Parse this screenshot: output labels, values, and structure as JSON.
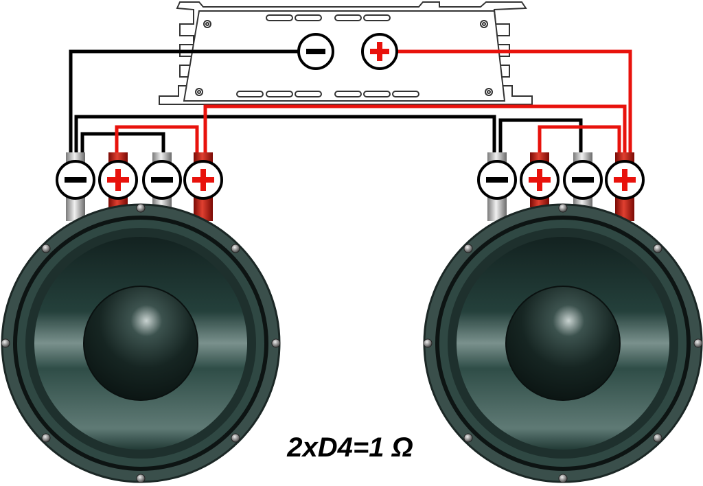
{
  "diagram": {
    "title": "2xD4=1 Ω",
    "colors": {
      "positive": "#e8120c",
      "negative": "#000000",
      "cone": "#2b4440"
    },
    "amplifier": {
      "terminals": [
        {
          "polarity": "negative",
          "symbol": "minus-icon"
        },
        {
          "polarity": "positive",
          "symbol": "plus-icon"
        }
      ]
    },
    "speakers": [
      {
        "name": "left-subwoofer",
        "voice_coils": "dual",
        "terminals": [
          "-",
          "+",
          "-",
          "+"
        ]
      },
      {
        "name": "right-subwoofer",
        "voice_coils": "dual",
        "terminals": [
          "-",
          "+",
          "-",
          "+"
        ]
      }
    ]
  }
}
